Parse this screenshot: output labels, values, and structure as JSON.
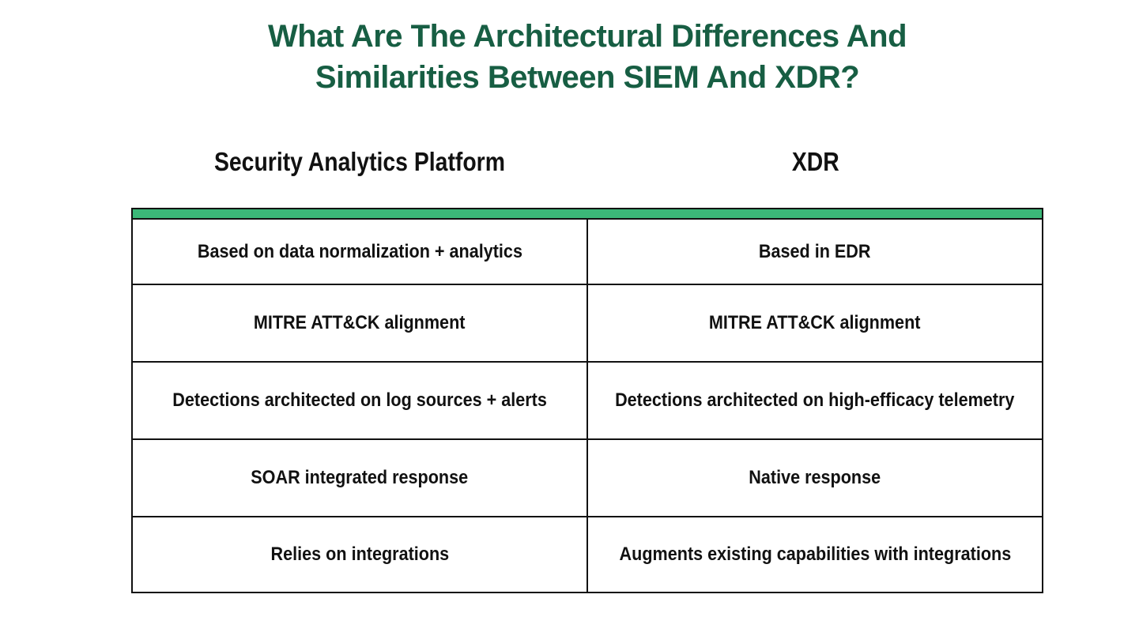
{
  "slide": {
    "title_line1": "What Are The Architectural Differences And",
    "title_line2": "Similarities Between SIEM And XDR?"
  },
  "table": {
    "column_headers": {
      "left": "Security Analytics Platform",
      "right": "XDR"
    },
    "rows": [
      {
        "left": "Based on data normalization + analytics",
        "right": "Based in EDR"
      },
      {
        "left": "MITRE ATT&CK alignment",
        "right": "MITRE ATT&CK alignment"
      },
      {
        "left": "Detections architected on log sources + alerts",
        "right": "Detections architected on high-efficacy telemetry"
      },
      {
        "left": "SOAR integrated response",
        "right": "Native response"
      },
      {
        "left": "Relies on integrations",
        "right": "Augments existing capabilities with integrations"
      }
    ]
  },
  "colors": {
    "title_green": "#175E43",
    "accent_bar_green": "#3BB878",
    "table_border": "#111111",
    "text_black": "#111111",
    "background": "#FFFFFF"
  }
}
